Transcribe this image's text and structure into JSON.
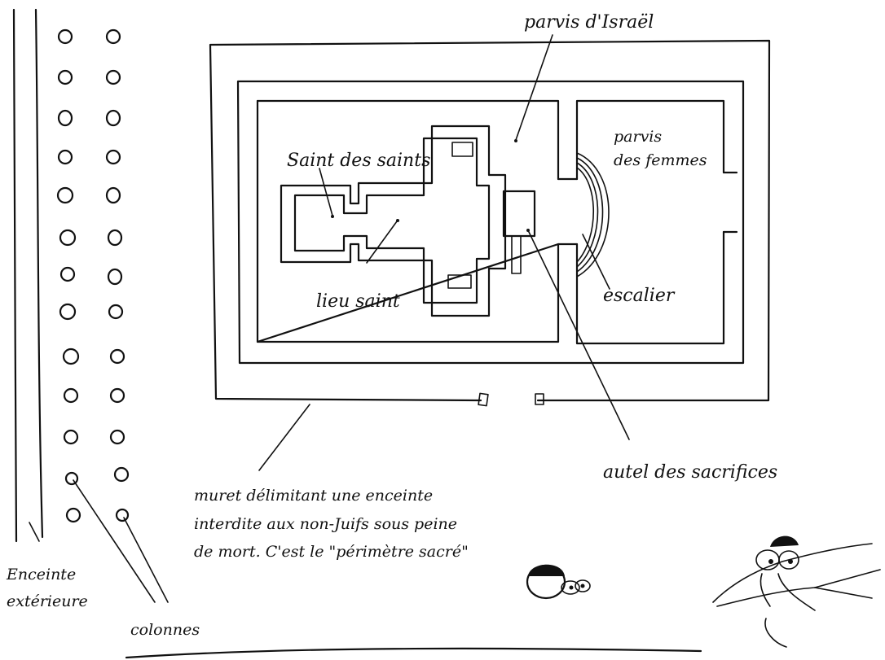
{
  "labels": {
    "parvis_israel": "parvis d'Israël",
    "saint_des_saints": "Saint des saints",
    "parvis_femmes_1": "parvis",
    "parvis_femmes_2": "des femmes",
    "lieu_saint": "lieu saint",
    "escalier": "escalier",
    "autel": "autel des sacrifices",
    "muret_1": "muret délimitant une enceinte",
    "muret_2": "interdite aux non-Juifs sous peine",
    "muret_3": "de mort. C'est le \"périmètre sacré\"",
    "enceinte_1": "Enceinte",
    "enceinte_2": "extérieure",
    "colonnes": "colonnes"
  }
}
